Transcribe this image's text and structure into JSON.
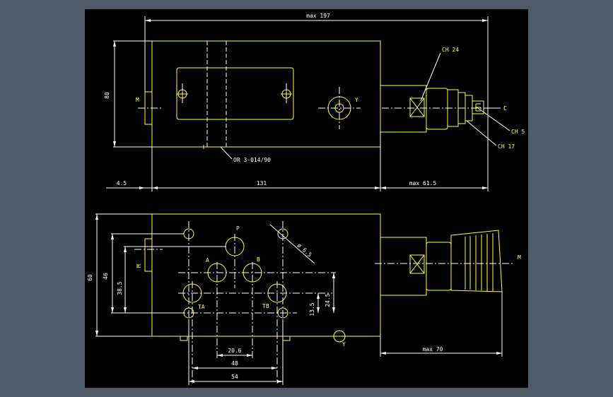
{
  "drawing": {
    "top_view": {
      "overall_length": "max 197",
      "height": "80",
      "left_offset": "4.5",
      "body_length": "131",
      "right_ext": "max 61.5",
      "port_m": "M",
      "port_y": "Y",
      "port_c": "C",
      "wrench_1": "CH 24",
      "wrench_2": "CH 5",
      "wrench_3": "CH 17",
      "oring": "OR 3-014/90"
    },
    "bottom_view": {
      "height_total": "60",
      "height_46": "46",
      "height_38": "38.5",
      "dim_24": "24.5",
      "dim_13": "13.5",
      "dim_20": "20.6",
      "dim_48": "48",
      "dim_54": "54",
      "max_70": "max 70",
      "hole_dia": "ø 6.5",
      "port_p": "P",
      "port_a": "A",
      "port_b": "B",
      "port_ta": "TA",
      "port_tb": "TB",
      "port_m_left": "M",
      "port_m_right": "M",
      "port_y": "Y"
    }
  }
}
